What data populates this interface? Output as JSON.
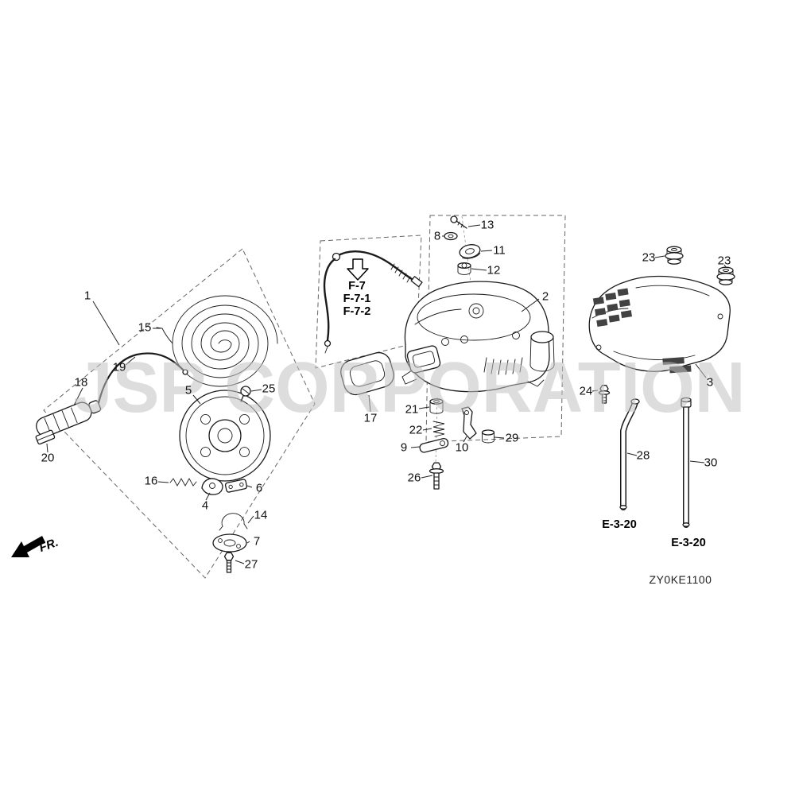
{
  "watermark": "JSP CORPORATION",
  "diagram_code": "ZY0KE1100",
  "fr_label": "FR.",
  "callouts": {
    "c1": "1",
    "c2": "2",
    "c3": "3",
    "c4": "4",
    "c5": "5",
    "c6": "6",
    "c7": "7",
    "c8": "8",
    "c9": "9",
    "c10": "10",
    "c11": "11",
    "c12": "12",
    "c13": "13",
    "c14": "14",
    "c15": "15",
    "c16": "16",
    "c17": "17",
    "c18": "18",
    "c19": "19",
    "c20": "20",
    "c21": "21",
    "c22": "22",
    "c23a": "23",
    "c23b": "23",
    "c24": "24",
    "c25": "25",
    "c26": "26",
    "c27": "27",
    "c28": "28",
    "c29": "29",
    "c30": "30"
  },
  "references": {
    "f7": "F-7",
    "f7_1": "F-7-1",
    "f7_2": "F-7-2",
    "e320_left": "E-3-20",
    "e320_right": "E-3-20"
  }
}
